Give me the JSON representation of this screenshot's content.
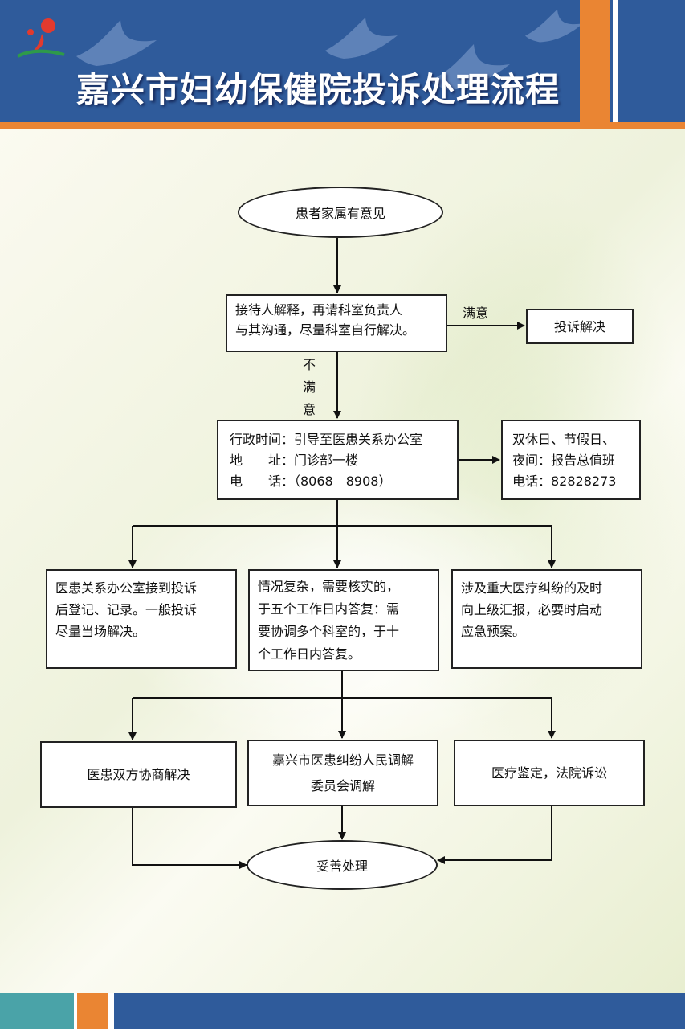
{
  "header": {
    "title": "嘉兴市妇幼保健院投诉处理流程",
    "colors": {
      "blue": "#2f5b9b",
      "orange": "#ea8533",
      "teal": "#4aa3a8"
    }
  },
  "flow": {
    "start": "患者家属有意见",
    "step1": {
      "line1": "接待人解释，再请科室负责人",
      "line2": "与其沟通，尽量科室自行解决。"
    },
    "satisfied_label": "满意",
    "resolved": "投诉解决",
    "unsatisfied_label": [
      "不",
      "满",
      "意"
    ],
    "office": {
      "line1": "行政时间：引导至医患关系办公室",
      "line2": "地　　址：门诊部一楼",
      "line3": "电　　话：（8068　8908）"
    },
    "holiday": {
      "line1": "双休日、节假日、",
      "line2": "夜间：报告总值班",
      "line3": "电话：82828273"
    },
    "branch_left": {
      "line1": "医患关系办公室接到投诉",
      "line2": "后登记、记录。一般投诉",
      "line3": "尽量当场解决。"
    },
    "branch_mid": {
      "line1": "情况复杂，需要核实的，",
      "line2": "于五个工作日内答复：需",
      "line3": "要协调多个科室的，于十",
      "line4": "个工作日内答复。"
    },
    "branch_right": {
      "line1": "涉及重大医疗纠纷的及时",
      "line2": "向上级汇报，必要时启动",
      "line3": "应急预案。"
    },
    "res_left": "医患双方协商解决",
    "res_mid": {
      "line1": "嘉兴市医患纠纷人民调解",
      "line2": "委员会调解"
    },
    "res_right": "医疗鉴定，法院诉讼",
    "end": "妥善处理"
  }
}
